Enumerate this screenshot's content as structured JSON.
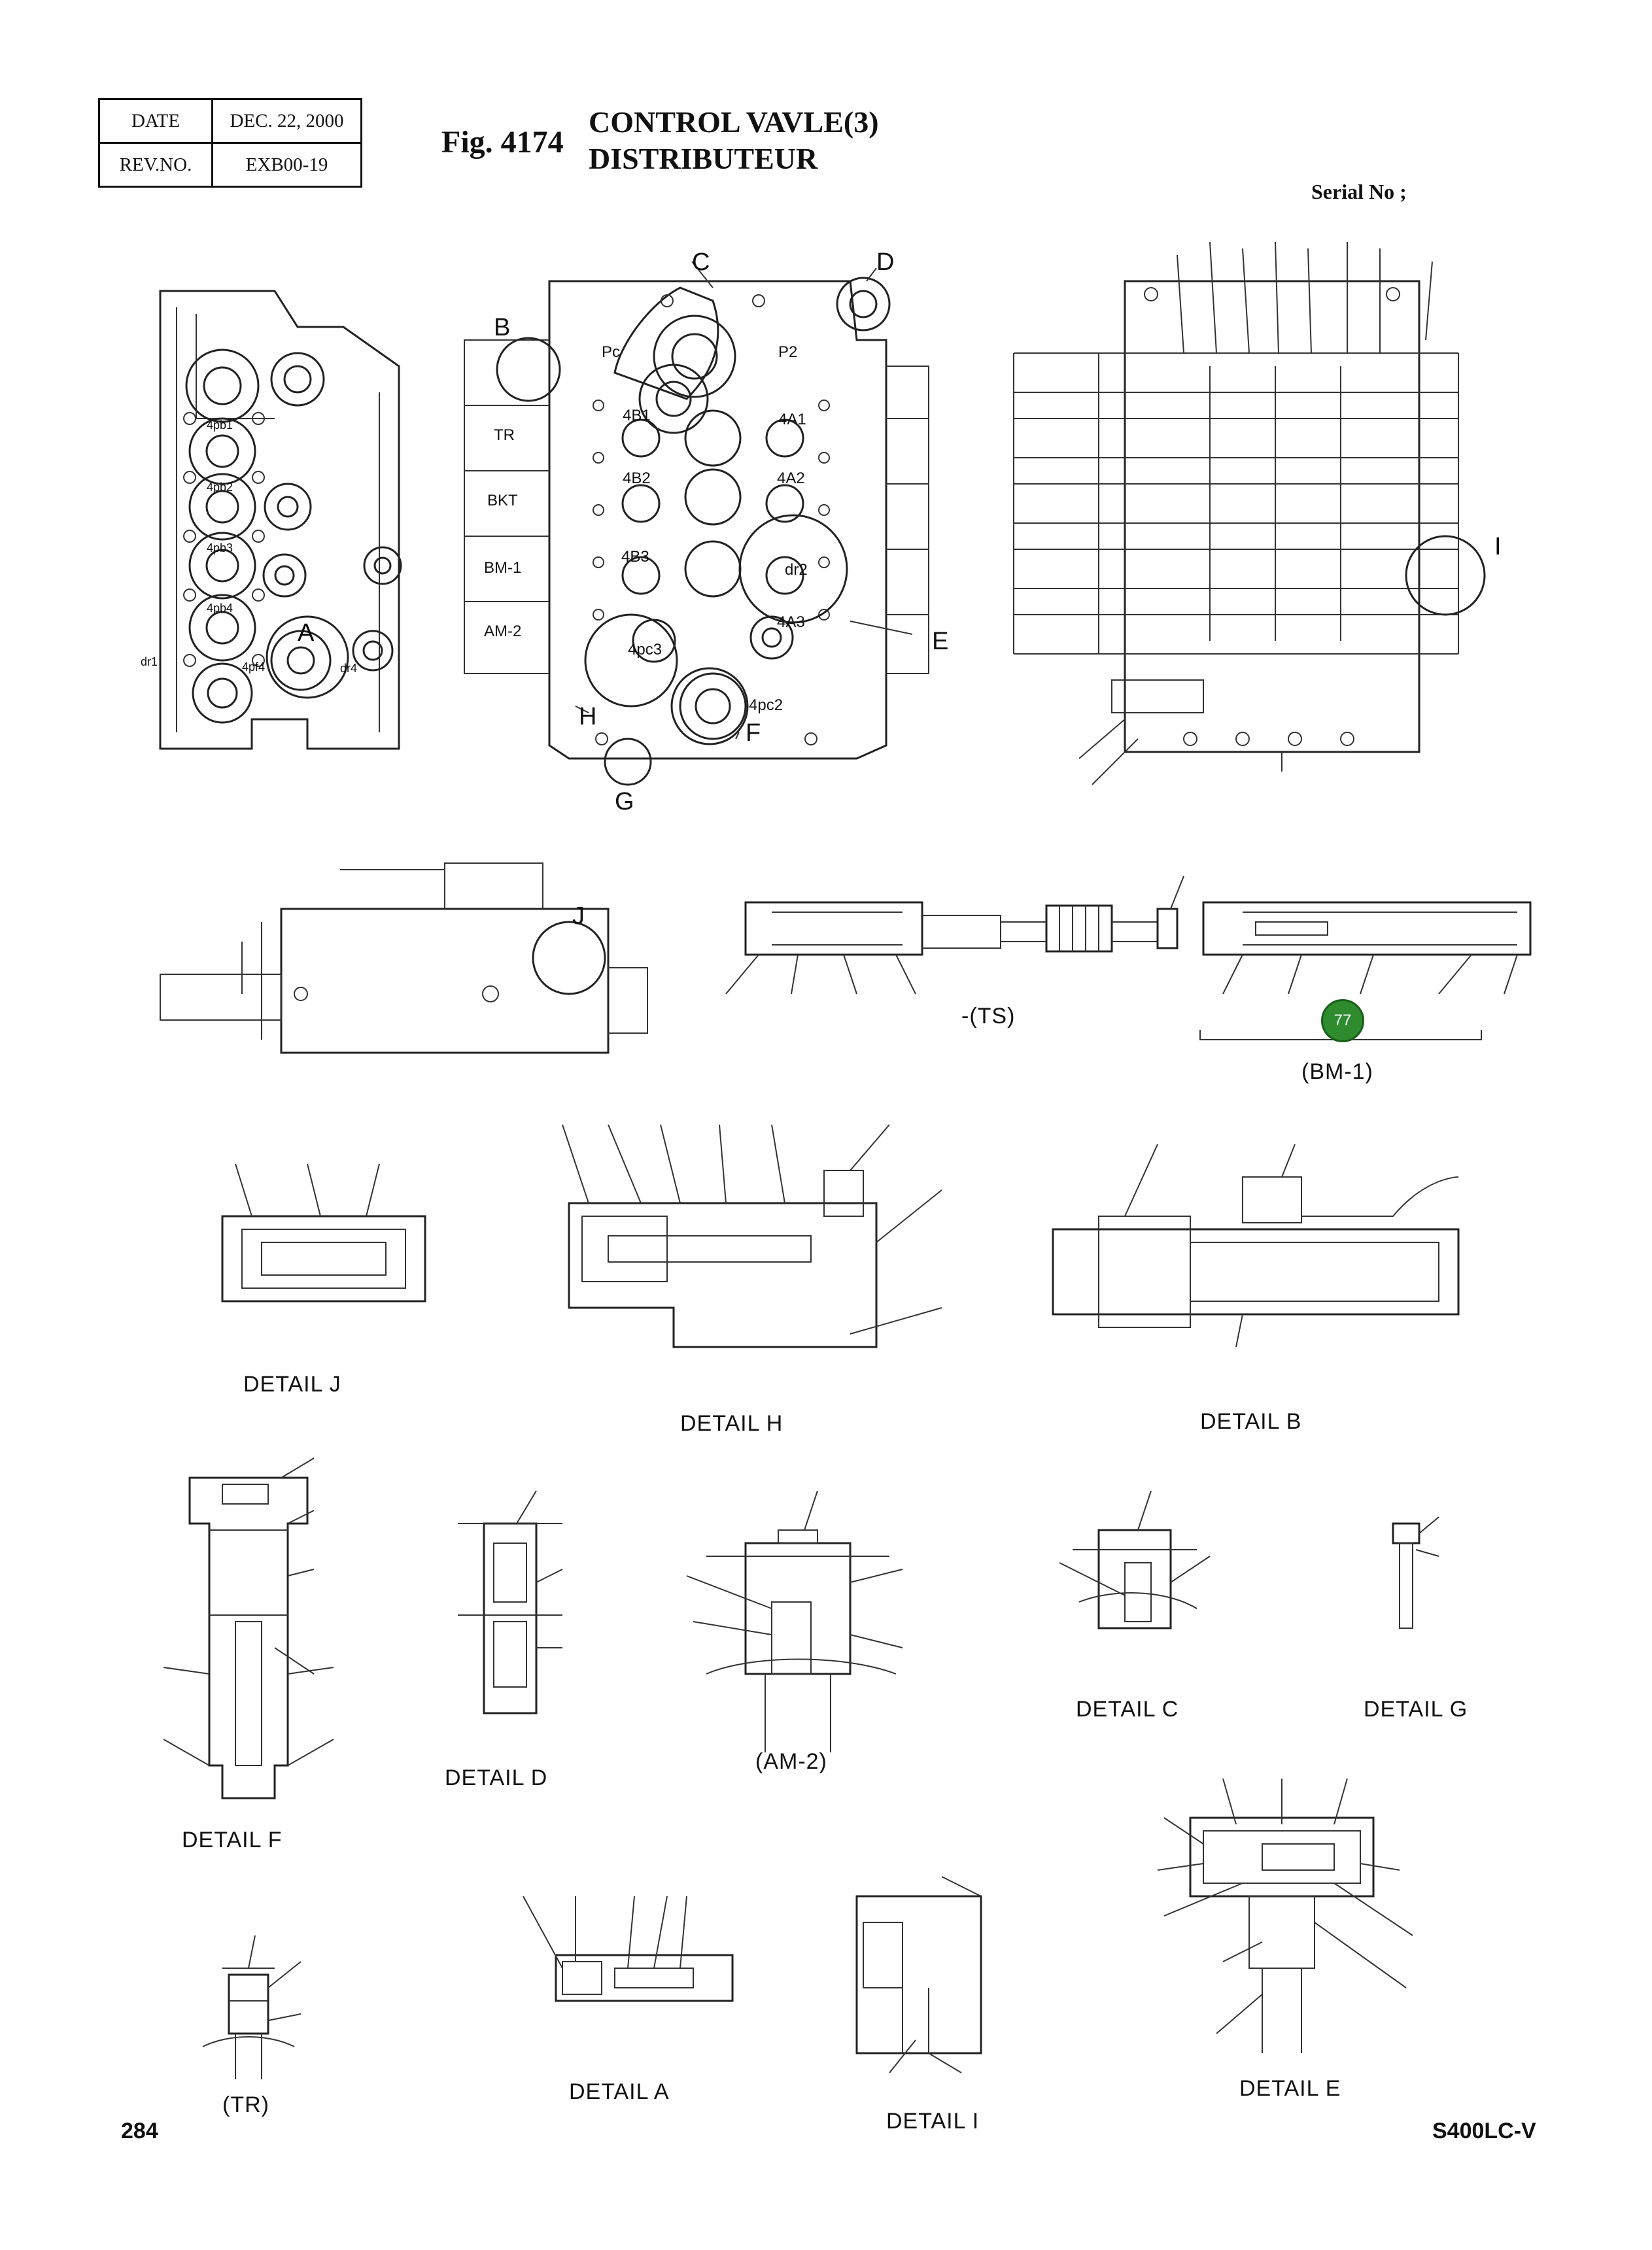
{
  "header": {
    "date_label": "DATE",
    "date_value": "DEC. 22, 2000",
    "rev_label": "REV.NO.",
    "rev_value": "EXB00-19"
  },
  "figure": {
    "number": "Fig. 4174",
    "title_en": "CONTROL VAVLE(3)",
    "title_fr": "DISTRIBUTEUR",
    "serial": "Serial No ;"
  },
  "callouts": {
    "A": "A",
    "B": "B",
    "C": "C",
    "D": "D",
    "E": "E",
    "F": "F",
    "G": "G",
    "H": "H",
    "I": "I",
    "J": "J"
  },
  "ports": {
    "pc": "Pc",
    "p2": "P2",
    "tr": "TR",
    "bkt": "BKT",
    "bm1": "BM-1",
    "am2": "AM-2",
    "b1": "4B1",
    "a1": "4A1",
    "b2": "4B2",
    "a2": "4A2",
    "b3": "4B3",
    "a3": "4A3",
    "dr2": "dr2",
    "pc3": "4pc3",
    "pc2": "4pc2",
    "pb1": "4pb1",
    "pb2": "4pb2",
    "pb3": "4pb3",
    "pb4": "4pb4",
    "pf4": "4pf4",
    "dr1": "dr1",
    "dr4": "dr4"
  },
  "spool": {
    "ts_label": "-(TS)",
    "bm1_label": "(BM-1)",
    "badge": "77"
  },
  "details": {
    "j": "DETAIL  J",
    "h": "DETAIL  H",
    "b": "DETAIL  B",
    "c": "DETAIL   C",
    "g": "DETAIL  G",
    "d": "DETAIL   D",
    "am2": "(AM-2)",
    "f": "DETAIL  F",
    "tr": "(TR)",
    "a": "DETAIL   A",
    "i": "DETAIL  I",
    "e": "DETAIL  E"
  },
  "footer": {
    "page": "284",
    "model": "S400LC-V"
  },
  "colors": {
    "badge_fill": "#2e8b2e",
    "ink": "#222222"
  }
}
